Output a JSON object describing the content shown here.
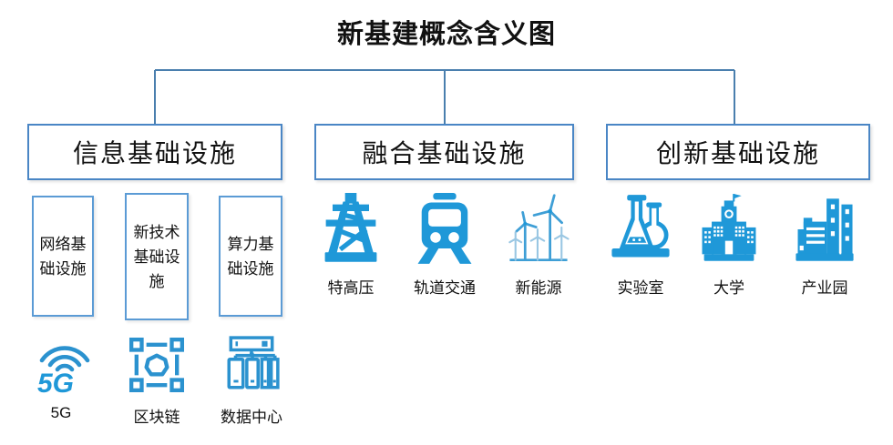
{
  "title": "新基建概念含义图",
  "colors": {
    "text": "#111111",
    "connector": "#4a7fae",
    "box_border": "#4a86c5",
    "subbox_border": "#5b9bd5",
    "icon_blue": "#1f98d8",
    "icon_outline": "#2b92cf",
    "icon_med": "#3f9fd6",
    "icon_light": "#9ac7e3"
  },
  "branches": [
    {
      "label": "信息基础设施",
      "sub_boxes": [
        "网络基础设施",
        "新技术基础设施",
        "算力基础设施"
      ],
      "items": [
        {
          "label": "5G",
          "icon": "5g-signal-icon",
          "icon_text": "5G"
        },
        {
          "label": "区块链",
          "icon": "blockchain-icon"
        },
        {
          "label": "数据中心",
          "icon": "data-center-icon"
        }
      ]
    },
    {
      "label": "融合基础设施",
      "items": [
        {
          "label": "特高压",
          "icon": "power-tower-icon"
        },
        {
          "label": "轨道交通",
          "icon": "train-icon"
        },
        {
          "label": "新能源",
          "icon": "wind-turbine-icon"
        }
      ]
    },
    {
      "label": "创新基础设施",
      "items": [
        {
          "label": "实验室",
          "icon": "laboratory-flask-icon"
        },
        {
          "label": "大学",
          "icon": "university-icon"
        },
        {
          "label": "产业园",
          "icon": "industrial-park-icon"
        }
      ]
    }
  ]
}
